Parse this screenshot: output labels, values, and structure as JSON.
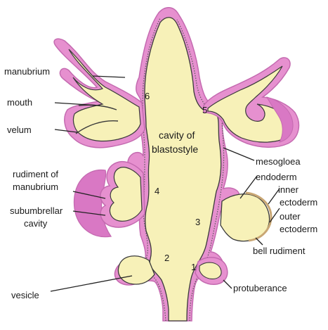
{
  "colors": {
    "cavity_fill": "#f7f1b8",
    "ectoderm_pink": "#e690cf",
    "ectoderm_dark": "#c46ab0",
    "mesogloea_dark": "#3a3a3a",
    "outline": "#3a3a3a"
  },
  "labels": {
    "manubrium": "manubrium",
    "mouth": "mouth",
    "velum": "velum",
    "rudiment_of_line1": "rudiment of",
    "rudiment_of_line2": "manubrium",
    "subumbrellar_line1": "subumbrellar",
    "subumbrellar_line2": "cavity",
    "vesicle": "vesicle",
    "cavity_line1": "cavity of",
    "cavity_line2": "blastostyle",
    "mesogloea": "mesogloea",
    "endoderm": "endoderm",
    "inner_line1": "inner",
    "inner_line2": "ectoderm",
    "outer_line1": "outer",
    "outer_line2": "ectoderm",
    "bell_rudiment": "bell rudiment",
    "protuberance": "protuberance"
  },
  "stage_numbers": {
    "n1": "1",
    "n2": "2",
    "n3": "3",
    "n4": "4",
    "n5": "5",
    "n6": "6"
  }
}
